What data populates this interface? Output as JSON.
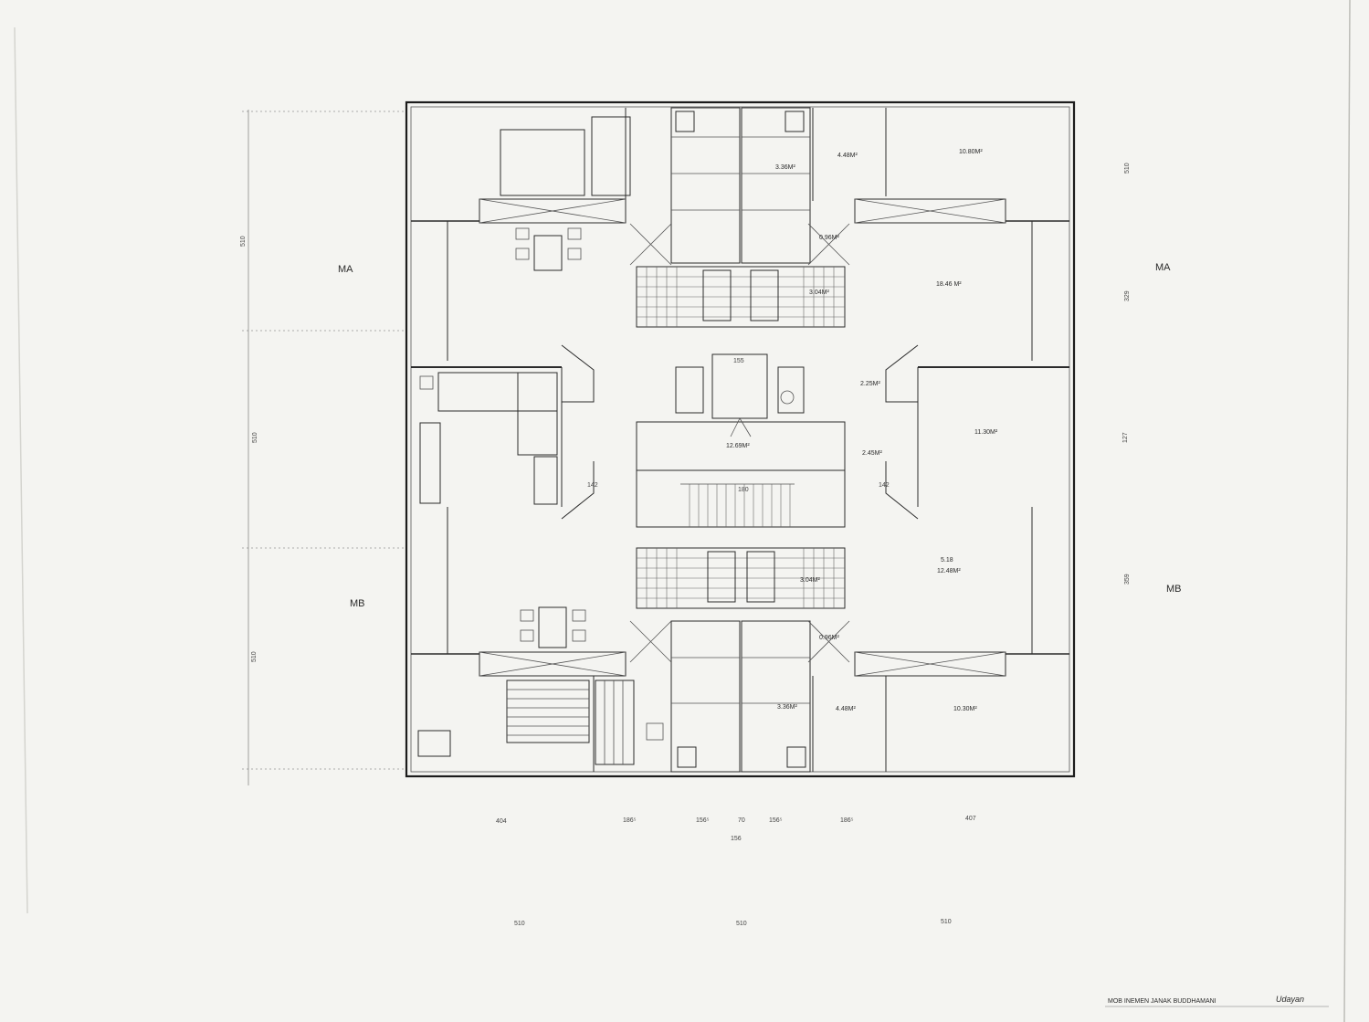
{
  "units": {
    "top_left": "MA",
    "top_right": "MA",
    "bottom_left": "MB",
    "bottom_right": "MB"
  },
  "areas": {
    "a1": "10.80M²",
    "a2": "4.48M²",
    "a3": "3.36M²",
    "a4": "0.96M²",
    "a5": "3.04M²",
    "a6": "18.46 M²",
    "a7": "2.25M²",
    "a8": "12.69M²",
    "a9": "2.45M²",
    "a10": "11.30M²",
    "a11": "5.18",
    "a12": "12.48M²",
    "a13": "3.04M²",
    "a14": "0.96M²",
    "a15": "3.36M²",
    "a16": "4.48M²",
    "a17": "10.30M²"
  },
  "dims": {
    "left_1": "510",
    "left_2": "510",
    "left_3": "510",
    "bottom_1": "404",
    "bottom_2": "186⁵",
    "bottom_3": "156⁵",
    "bottom_4": "70",
    "bottom_5": "156⁵",
    "bottom_6": "186⁵",
    "bottom_7": "407",
    "bottom_8": "156",
    "base_1": "510",
    "base_2": "510",
    "base_3": "510",
    "right_1": "510",
    "right_2": "329",
    "right_3": "127",
    "right_4": "359",
    "inner_1": "142",
    "inner_2": "142",
    "inner_3": "155",
    "inner_4": "180"
  },
  "title_block": "MOB INEMEN JANAK BUDDHAMANI",
  "signature": "Udayan"
}
